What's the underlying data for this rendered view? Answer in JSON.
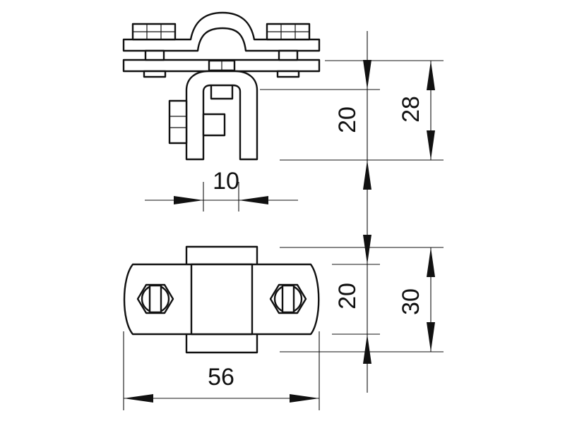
{
  "dimensions": {
    "top_inner_height": "20",
    "top_total_height": "28",
    "slot_width": "10",
    "bottom_inner_height": "20",
    "bottom_total_height": "30",
    "overall_width": "56"
  },
  "colors": {
    "line": "#111111",
    "background": "#ffffff"
  }
}
